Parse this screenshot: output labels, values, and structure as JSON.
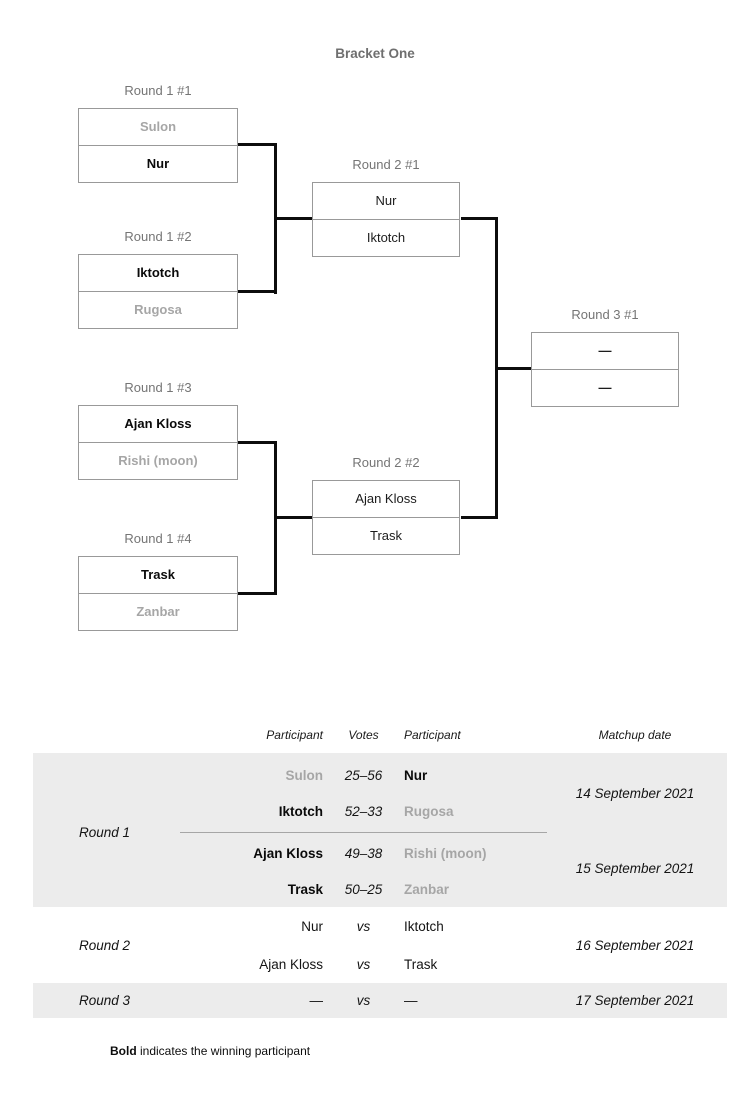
{
  "title": "Bracket One",
  "colors": {
    "band_background": "#ececec",
    "loser_gray": "#a6a6a6",
    "label_gray": "#757575",
    "box_border": "#999999",
    "connector": "#0d0d0d",
    "group_divider": "#a6a6a6"
  },
  "bracket": {
    "matchups": [
      {
        "label": "Round 1 #1",
        "slots": [
          {
            "name": "Sulon",
            "result": "loser"
          },
          {
            "name": "Nur",
            "result": "winner"
          }
        ]
      },
      {
        "label": "Round 1 #2",
        "slots": [
          {
            "name": "Iktotch",
            "result": "winner"
          },
          {
            "name": "Rugosa",
            "result": "loser"
          }
        ]
      },
      {
        "label": "Round 2 #1",
        "slots": [
          {
            "name": "Nur",
            "result": "pending"
          },
          {
            "name": "Iktotch",
            "result": "pending"
          }
        ]
      },
      {
        "label": "Round 1 #3",
        "slots": [
          {
            "name": "Ajan Kloss",
            "result": "winner"
          },
          {
            "name": "Rishi (moon)",
            "result": "loser"
          }
        ]
      },
      {
        "label": "Round 1 #4",
        "slots": [
          {
            "name": "Trask",
            "result": "winner"
          },
          {
            "name": "Zanbar",
            "result": "loser"
          }
        ]
      },
      {
        "label": "Round 2 #2",
        "slots": [
          {
            "name": "Ajan Kloss",
            "result": "pending"
          },
          {
            "name": "Trask",
            "result": "pending"
          }
        ]
      },
      {
        "label": "Round 3 #1",
        "slots": [
          {
            "name": "—",
            "result": "empty"
          },
          {
            "name": "—",
            "result": "empty"
          }
        ]
      }
    ]
  },
  "table": {
    "headers": {
      "participant1": "Participant",
      "votes": "Votes",
      "participant2": "Participant",
      "date": "Matchup date"
    },
    "groups": [
      {
        "round": "Round 1",
        "rows": [
          {
            "p1": "Sulon",
            "votes": "25–56",
            "p2": "Nur",
            "winner": "p2"
          },
          {
            "p1": "Iktotch",
            "votes": "52–33",
            "p2": "Rugosa",
            "winner": "p1"
          },
          {
            "p1": "Ajan Kloss",
            "votes": "49–38",
            "p2": "Rishi (moon)",
            "winner": "p1"
          },
          {
            "p1": "Trask",
            "votes": "50–25",
            "p2": "Zanbar",
            "winner": "p1"
          }
        ],
        "dates": [
          "14 September 2021",
          "15 September 2021"
        ]
      },
      {
        "round": "Round 2",
        "rows": [
          {
            "p1": "Nur",
            "votes": "vs",
            "p2": "Iktotch",
            "winner": null
          },
          {
            "p1": "Ajan Kloss",
            "votes": "vs",
            "p2": "Trask",
            "winner": null
          }
        ],
        "dates": [
          "16 September 2021"
        ]
      },
      {
        "round": "Round 3",
        "rows": [
          {
            "p1": "—",
            "votes": "vs",
            "p2": "—",
            "winner": null
          }
        ],
        "dates": [
          "17 September 2021"
        ]
      }
    ],
    "footnote": {
      "bold": "Bold",
      "rest": " indicates the winning participant"
    }
  }
}
